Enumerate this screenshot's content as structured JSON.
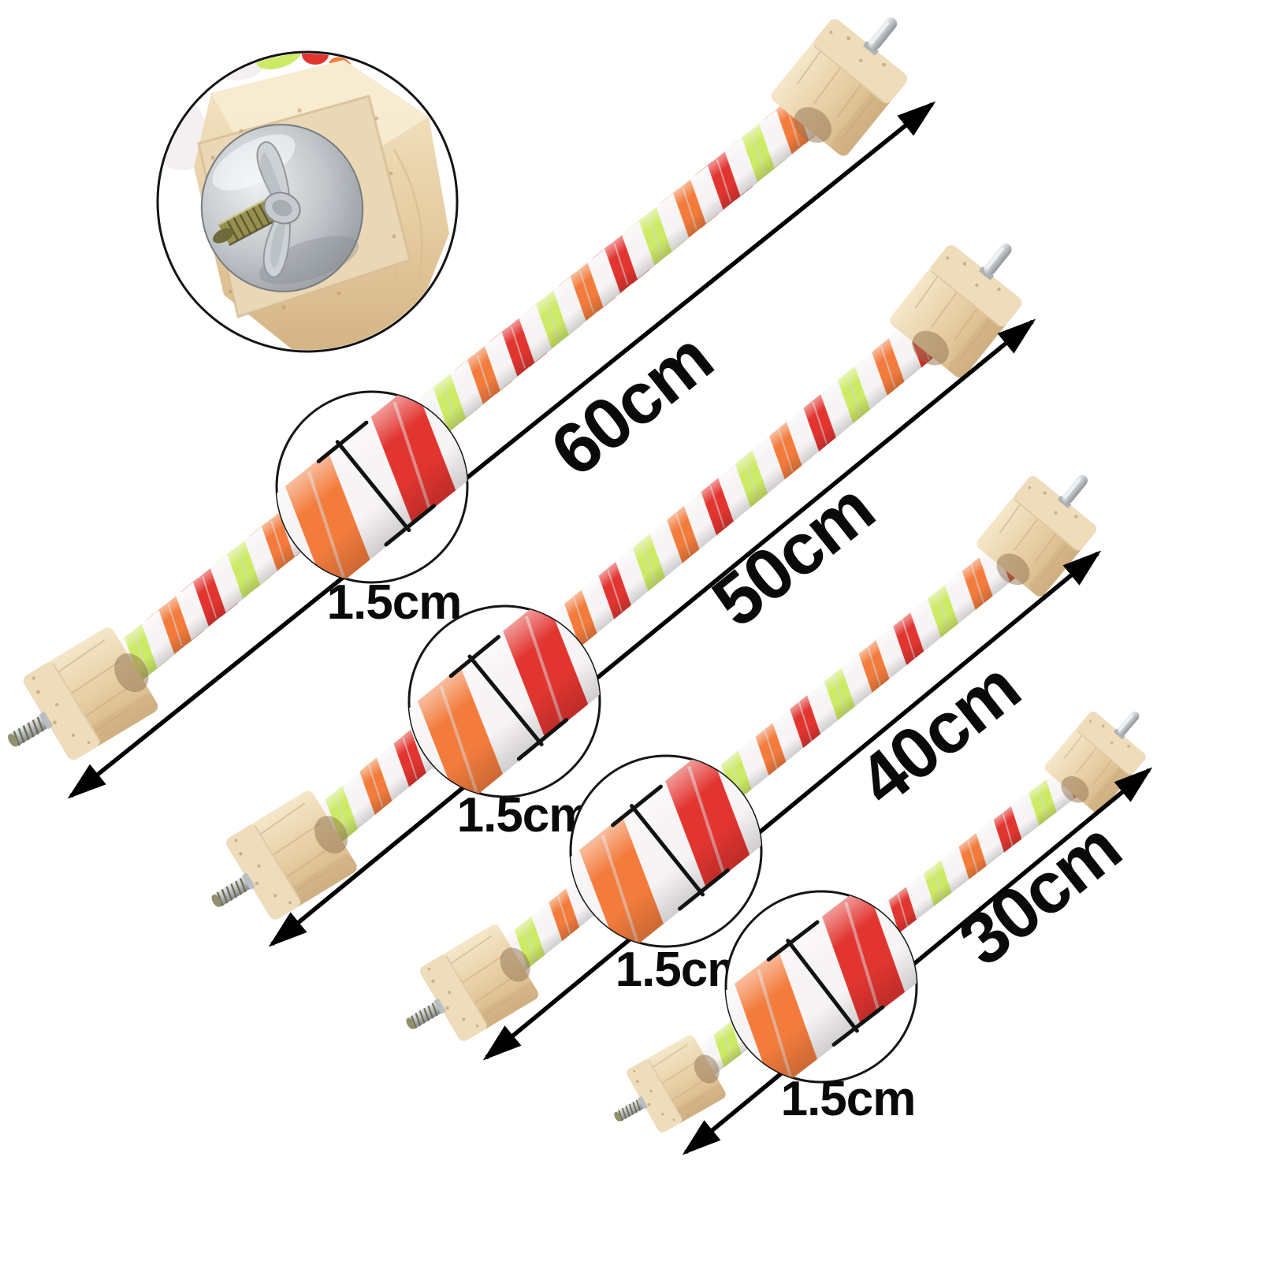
{
  "image": {
    "type": "product-size-diagram",
    "subject": "bird perch twisted cotton rope with wooden end blocks and wing-nut screw mount",
    "background": "#ffffff"
  },
  "callout": {
    "name": "mounting-hardware-detail",
    "parts": [
      "wood-block",
      "metal-washer",
      "threaded-bolt",
      "wing-nut"
    ]
  },
  "sizes": [
    {
      "id": "60",
      "length_label": "60cm",
      "diameter_label": "1.5cm"
    },
    {
      "id": "50",
      "length_label": "50cm",
      "diameter_label": "1.5cm"
    },
    {
      "id": "40",
      "length_label": "40cm",
      "diameter_label": "1.5cm"
    },
    {
      "id": "30",
      "length_label": "30cm",
      "diameter_label": "1.5cm"
    }
  ],
  "colors": {
    "background": "#ffffff",
    "line": "#000000",
    "label_text": "#0a0a0a",
    "rope_white": "#f7f4f5",
    "rope_red": "#e23530",
    "rope_orange": "#f37c3d",
    "rope_green": "#cdea67",
    "wood_light": "#f4e7c9",
    "wood_mid": "#e6cca1",
    "wood_dark": "#d3b283",
    "metal_light": "#e9ecee",
    "metal_mid": "#b6bbbf",
    "metal_dark": "#84898d",
    "bolt_brass": "#95904e"
  }
}
